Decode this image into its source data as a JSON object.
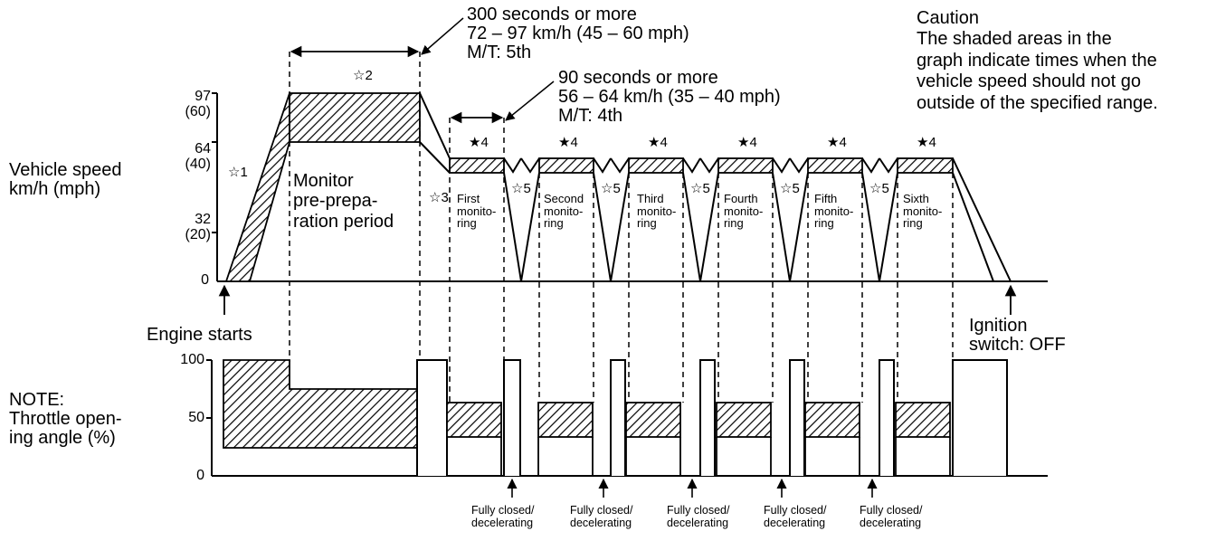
{
  "y_axis": {
    "label_line1": "Vehicle speed",
    "label_line2": "km/h (mph)",
    "ticks": [
      {
        "line1": "97",
        "line2": "(60)"
      },
      {
        "line1": "64",
        "line2": "(40)"
      },
      {
        "line1": "32",
        "line2": "(20)"
      },
      {
        "line1": "0",
        "line2": ""
      }
    ]
  },
  "annotations": {
    "top_line1": "300 seconds or more",
    "top_line2": "72 – 97 km/h (45 – 60 mph)",
    "top_line3": "M/T: 5th",
    "mid_line1": "90 seconds or more",
    "mid_line2": "56 – 64 km/h (35 – 40 mph)",
    "mid_line3": "M/T: 4th",
    "caution_title": "Caution",
    "caution_line1": "The shaded areas in the",
    "caution_line2": "graph indicate times when the",
    "caution_line3": "vehicle speed should not go",
    "caution_line4": "outside of the specified range."
  },
  "markers": {
    "star1": "☆1",
    "star2": "☆2",
    "star3": "☆3",
    "star4": "★4",
    "star5": "☆5"
  },
  "phases": {
    "prep_line1": "Monitor",
    "prep_line2": "pre-prepa-",
    "prep_line3": "ration period",
    "monitoring": [
      {
        "line1": "First",
        "line2": "monito-",
        "line3": "ring"
      },
      {
        "line1": "Second",
        "line2": "monito-",
        "line3": "ring"
      },
      {
        "line1": "Third",
        "line2": "monito-",
        "line3": "ring"
      },
      {
        "line1": "Fourth",
        "line2": "monito-",
        "line3": "ring"
      },
      {
        "line1": "Fifth",
        "line2": "monito-",
        "line3": "ring"
      },
      {
        "line1": "Sixth",
        "line2": "monito-",
        "line3": "ring"
      }
    ]
  },
  "events": {
    "engine_starts": "Engine starts",
    "ignition_line1": "Ignition",
    "ignition_line2": "switch: OFF",
    "closed_line1": "Fully closed/",
    "closed_line2": "decelerating"
  },
  "throttle_axis": {
    "label_line1": "NOTE:",
    "label_line2": "Throttle open-",
    "label_line3": "ing angle (%)",
    "ticks": [
      "100",
      "50",
      "0"
    ]
  },
  "colors": {
    "ink": "#000000",
    "background": "#ffffff"
  }
}
